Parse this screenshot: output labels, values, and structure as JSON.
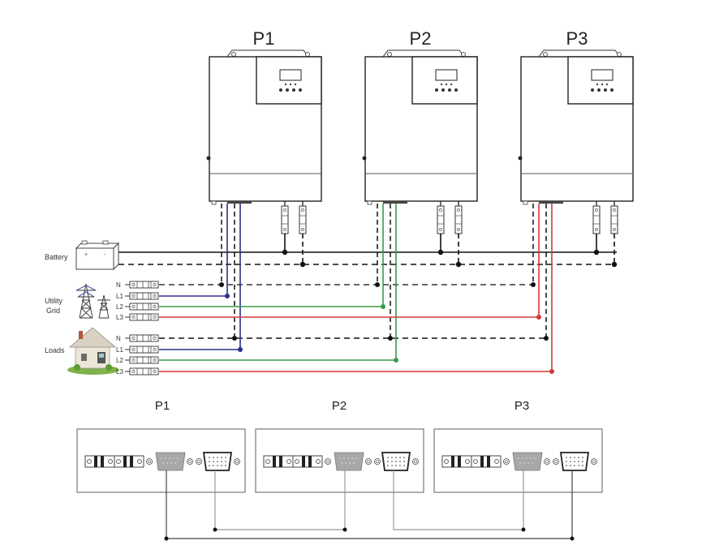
{
  "diagram": {
    "type": "parallel inverter wiring diagram (three-phase)",
    "inverters": [
      {
        "id": "P1",
        "label": "P1",
        "phase": "L1",
        "phase_color": "#2b2f8a"
      },
      {
        "id": "P2",
        "label": "P2",
        "phase": "L2",
        "phase_color": "#3a9a4a"
      },
      {
        "id": "P3",
        "label": "P3",
        "phase": "L3",
        "phase_color": "#d23a3a"
      }
    ],
    "sources": {
      "battery": {
        "label": "Battery"
      },
      "utility_grid": {
        "label_line1": "Utility",
        "label_line2": "Grid",
        "terminals": [
          "N",
          "L1",
          "L2",
          "L3"
        ]
      },
      "loads": {
        "label": "Loads",
        "terminals": [
          "N",
          "L1",
          "L2",
          "L3"
        ]
      }
    },
    "comm_panels": [
      {
        "label": "P1"
      },
      {
        "label": "P2"
      },
      {
        "label": "P3"
      }
    ],
    "colors": {
      "line_black": "#111111",
      "L1": "#2b2f8a",
      "L2": "#3a9a4a",
      "L3": "#d23a3a",
      "comm_cable": "#444444"
    }
  }
}
